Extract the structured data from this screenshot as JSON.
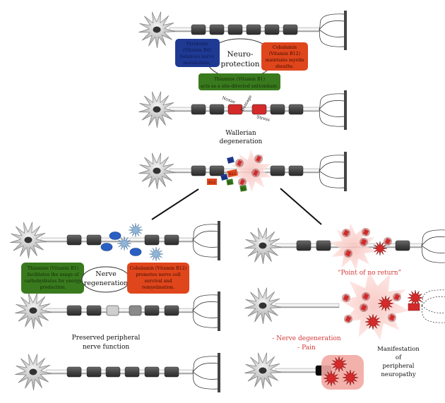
{
  "top": {
    "neuroprotection_label_1": "Neuro-",
    "neuroprotection_label_2": "protection",
    "pyridoxin": [
      "Pyridoxin",
      "(Vitamin B6)",
      "balances nerve",
      "metabolism."
    ],
    "cobalamin": [
      "Cobalamin",
      "(Vitamin B12)",
      "maintains myelin",
      "sheaths."
    ],
    "thiamine": [
      "Thiamine (Vitamin B1)",
      "acts as a site-directed antioxidant."
    ],
    "damage_labels": [
      "Noxae",
      "Damage",
      "Stress"
    ],
    "wallerian_1": "Wallerian",
    "wallerian_2": "degeneration",
    "vitamin_tags": [
      "B6",
      "B12",
      "B12",
      "B6",
      "B1",
      "B1"
    ]
  },
  "left": {
    "regeneration_label_1": "Nerve",
    "regeneration_label_2": "regeneration",
    "thiamine": [
      "Thiamine (Vitamin B1)",
      "facilitates the usage of",
      "carbohydrates for energy",
      "production."
    ],
    "cobalamin": [
      "Cobalamin (Vitamin B12)",
      "promotes nerve cell",
      "survival and",
      "remyelination."
    ],
    "outcome_1": "Preserved peripheral",
    "outcome_2": "nerve function"
  },
  "right": {
    "point_of_no_return": "“Point of no return”",
    "symptom_1": "- Nerve degeneration",
    "symptom_2": "- Pain",
    "outcome": [
      "Manifestation",
      "of",
      "peripheral",
      "neuropathy"
    ]
  },
  "colors": {
    "blue_box": "#1f3a93",
    "red_box": "#e0461c",
    "green_box": "#3a7a1e",
    "damage_red": "#d42a2a",
    "warn_text": "#d43a3a",
    "myelin": "#454545",
    "halo": "#f7c2bd"
  }
}
